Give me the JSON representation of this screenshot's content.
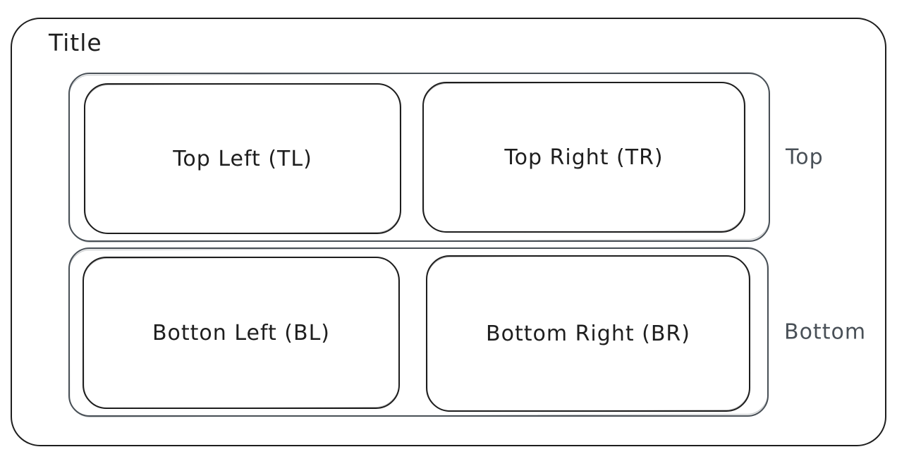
{
  "diagram": {
    "title": "Title",
    "groups": [
      {
        "id": "top",
        "side_label": "Top",
        "boxes": [
          {
            "id": "TL",
            "label": "Top Left (TL)"
          },
          {
            "id": "TR",
            "label": "Top Right (TR)"
          }
        ]
      },
      {
        "id": "bottom",
        "side_label": "Bottom",
        "boxes": [
          {
            "id": "BL",
            "label": "Botton Left (BL)"
          },
          {
            "id": "BR",
            "label": "Bottom Right (BR)"
          }
        ]
      }
    ],
    "colors": {
      "stroke": "#1e1e1e",
      "group_stroke": "#495057",
      "label_color": "#495057",
      "background": "#ffffff"
    }
  }
}
